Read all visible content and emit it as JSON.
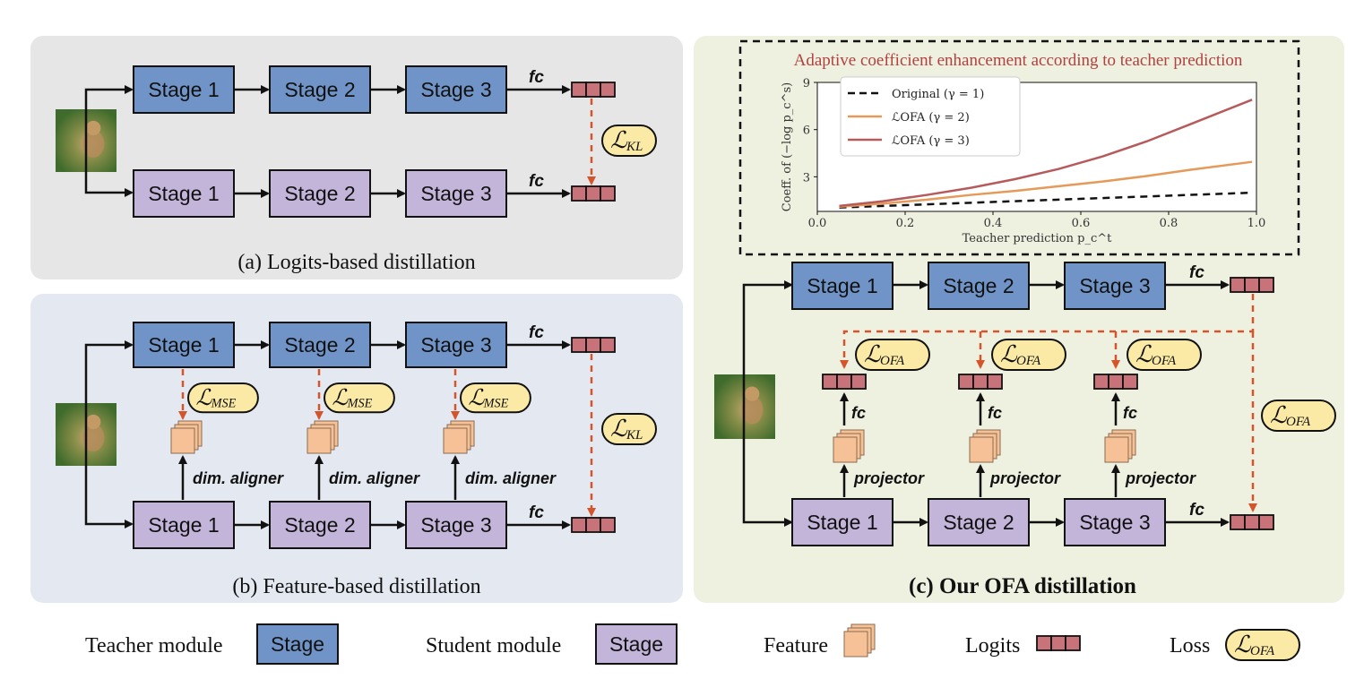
{
  "stage_labels": {
    "s1": "Stage 1",
    "s2": "Stage 2",
    "s3": "Stage 3",
    "legend": "Stage"
  },
  "fc_label": "fc",
  "dim_aligner_label": "dim. aligner",
  "projector_label": "projector",
  "loss": {
    "kl": {
      "script": "ℒ",
      "sub": "KL"
    },
    "mse": {
      "script": "ℒ",
      "sub": "MSE"
    },
    "ofa": {
      "script": "ℒ",
      "sub": "OFA"
    }
  },
  "captions": {
    "a": "(a) Logits-based distillation",
    "b": "(b) Feature-based distillation",
    "c": "(c) Our OFA distillation"
  },
  "legend": {
    "teacher": "Teacher module",
    "student": "Student module",
    "feature": "Feature",
    "logits": "Logits",
    "loss": "Loss"
  },
  "colors": {
    "teacher": "#7094c7",
    "student": "#c3b4d9",
    "feature": "#f6c196",
    "logit": "#c8737a",
    "loss_fill": "#fbeaa5",
    "arrow_dashed": "#d4542c",
    "panel_a": "#e6e6e6",
    "panel_b": "#e4e9f1",
    "panel_c": "#eef0e0"
  },
  "chart_data": {
    "type": "line",
    "title": "Adaptive coefficient enhancement according to teacher prediction",
    "xlabel": "Teacher prediction p_c^t",
    "ylabel": "Coeff. of (−log p_c^s)",
    "xlim": [
      0.0,
      1.0
    ],
    "ylim": [
      0.8,
      9
    ],
    "xticks": [
      "0.0",
      "0.2",
      "0.4",
      "0.6",
      "0.8",
      "1.0"
    ],
    "yticks": [
      "3",
      "6",
      "9"
    ],
    "x": [
      0.05,
      0.15,
      0.25,
      0.35,
      0.45,
      0.55,
      0.65,
      0.75,
      0.85,
      0.99
    ],
    "series": [
      {
        "name": "Original",
        "gamma": "(γ = 1)",
        "values": [
          1.05,
          1.15,
          1.25,
          1.35,
          1.45,
          1.55,
          1.65,
          1.75,
          1.85,
          1.99
        ],
        "color": "#111111",
        "dash": true
      },
      {
        "name": "ℒOFA",
        "gamma": "(γ = 2)",
        "values": [
          1.1,
          1.3,
          1.55,
          1.85,
          2.1,
          2.4,
          2.7,
          3.05,
          3.45,
          3.95
        ],
        "color": "#e59a5a",
        "dash": false
      },
      {
        "name": "ℒOFA",
        "gamma": "(γ = 3)",
        "values": [
          1.15,
          1.45,
          1.85,
          2.3,
          2.85,
          3.5,
          4.3,
          5.25,
          6.35,
          7.9
        ],
        "color": "#b65a5c",
        "dash": false
      }
    ],
    "legend_placement": "top-left",
    "grid": false
  }
}
